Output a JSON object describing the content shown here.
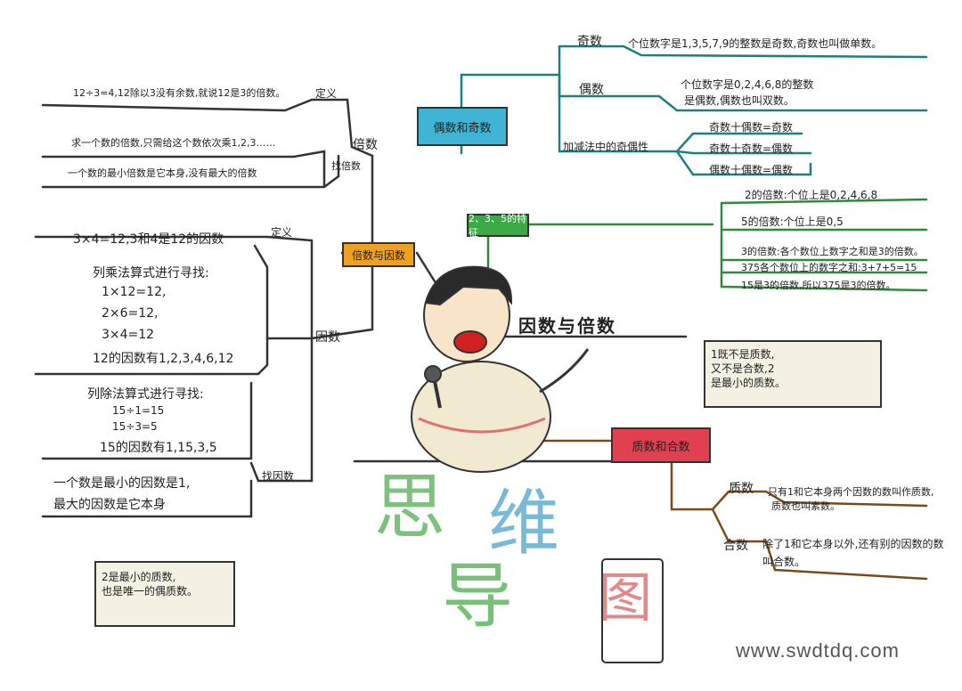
{
  "title_banner": "因数与倍数",
  "big_title": [
    "思",
    "维",
    "导",
    "图"
  ],
  "watermark": "www.swdtdq.com",
  "colors": {
    "line_dark": "#333333",
    "branch_teal": "#1e7f7f",
    "branch_green": "#2e8b3a",
    "branch_brown": "#7a4a1a",
    "box_teal": "#3fb4d4",
    "box_green": "#3caa44",
    "box_orange": "#f0a020",
    "box_red": "#e04050",
    "box_purple": "#c888e8",
    "note_bg": "#f4f1e2"
  },
  "branches": {
    "odd_even": {
      "label": "偶数和奇数",
      "odd": {
        "label": "奇数",
        "text": "个位数字是1,3,5,7,9的整数是奇数,奇数也叫做单数。"
      },
      "even": {
        "label": "偶数",
        "text_1": "个位数字是0,2,4,6,8的整数",
        "text_2": "是偶数,偶数也叫双数。"
      },
      "add_sub": {
        "label": "加减法中的奇偶性",
        "rules": [
          "奇数十偶数=奇数",
          "奇数十奇数=偶数",
          "偶数十偶数=偶数"
        ]
      }
    },
    "features_235": {
      "label": "2、3、5的特征",
      "items": [
        "2的倍数:个位上是0,2,4,6,8",
        "5的倍数:个位上是0,5",
        "3的倍数:各个数位上数字之和是3的倍数。",
        "375各个数位上的数字之和:3+7+5=15",
        "15是3的倍数,所以375是3的倍数。"
      ]
    },
    "multiple_factor": {
      "label": "倍数与因数",
      "multiple": {
        "label": "倍数",
        "sub_def": "定义",
        "def_text": "12÷3=4,12除以3没有余数,就说12是3的倍数。",
        "sub_find": "找倍数",
        "find_text": "求一个数的倍数,只需给这个数依次乘1,2,3……",
        "least_text": "一个数的最小倍数是它本身,没有最大的倍数"
      },
      "factor": {
        "label": "因数",
        "sub_def": "定义",
        "def_text": "3×4=12,3和4是12的因数",
        "method_1": {
          "title": "列乘法算式进行寻找:",
          "lines": [
            "1×12=12,",
            "2×6=12,",
            "3×4=12"
          ],
          "result": "12的因数有1,2,3,4,6,12"
        },
        "method_2": {
          "title": "列除法算式进行寻找:",
          "lines": [
            "15÷1=15",
            "15÷3=5"
          ],
          "result": "15的因数有1,15,3,5"
        },
        "sub_find": "找因数",
        "least_text_1": "一个数是最小的因数是1,",
        "least_text_2": "最大的因数是它本身"
      }
    },
    "prime_composite": {
      "label": "质数和合数",
      "prime": {
        "label": "质数",
        "text_1": "只有1和它本身两个因数的数叫作质数,",
        "text_2": "质数也叫素数。"
      },
      "composite": {
        "label": "合数",
        "text_1": "除了1和它本身以外,还有别的因数的数",
        "text_2": "叫合数。"
      }
    }
  },
  "notes": {
    "note_one": [
      "1既不是质数,",
      "又不是合数,2",
      "是最小的质数。"
    ],
    "note_two": [
      "2是最小的质数,",
      "也是唯一的偶质数。"
    ]
  }
}
